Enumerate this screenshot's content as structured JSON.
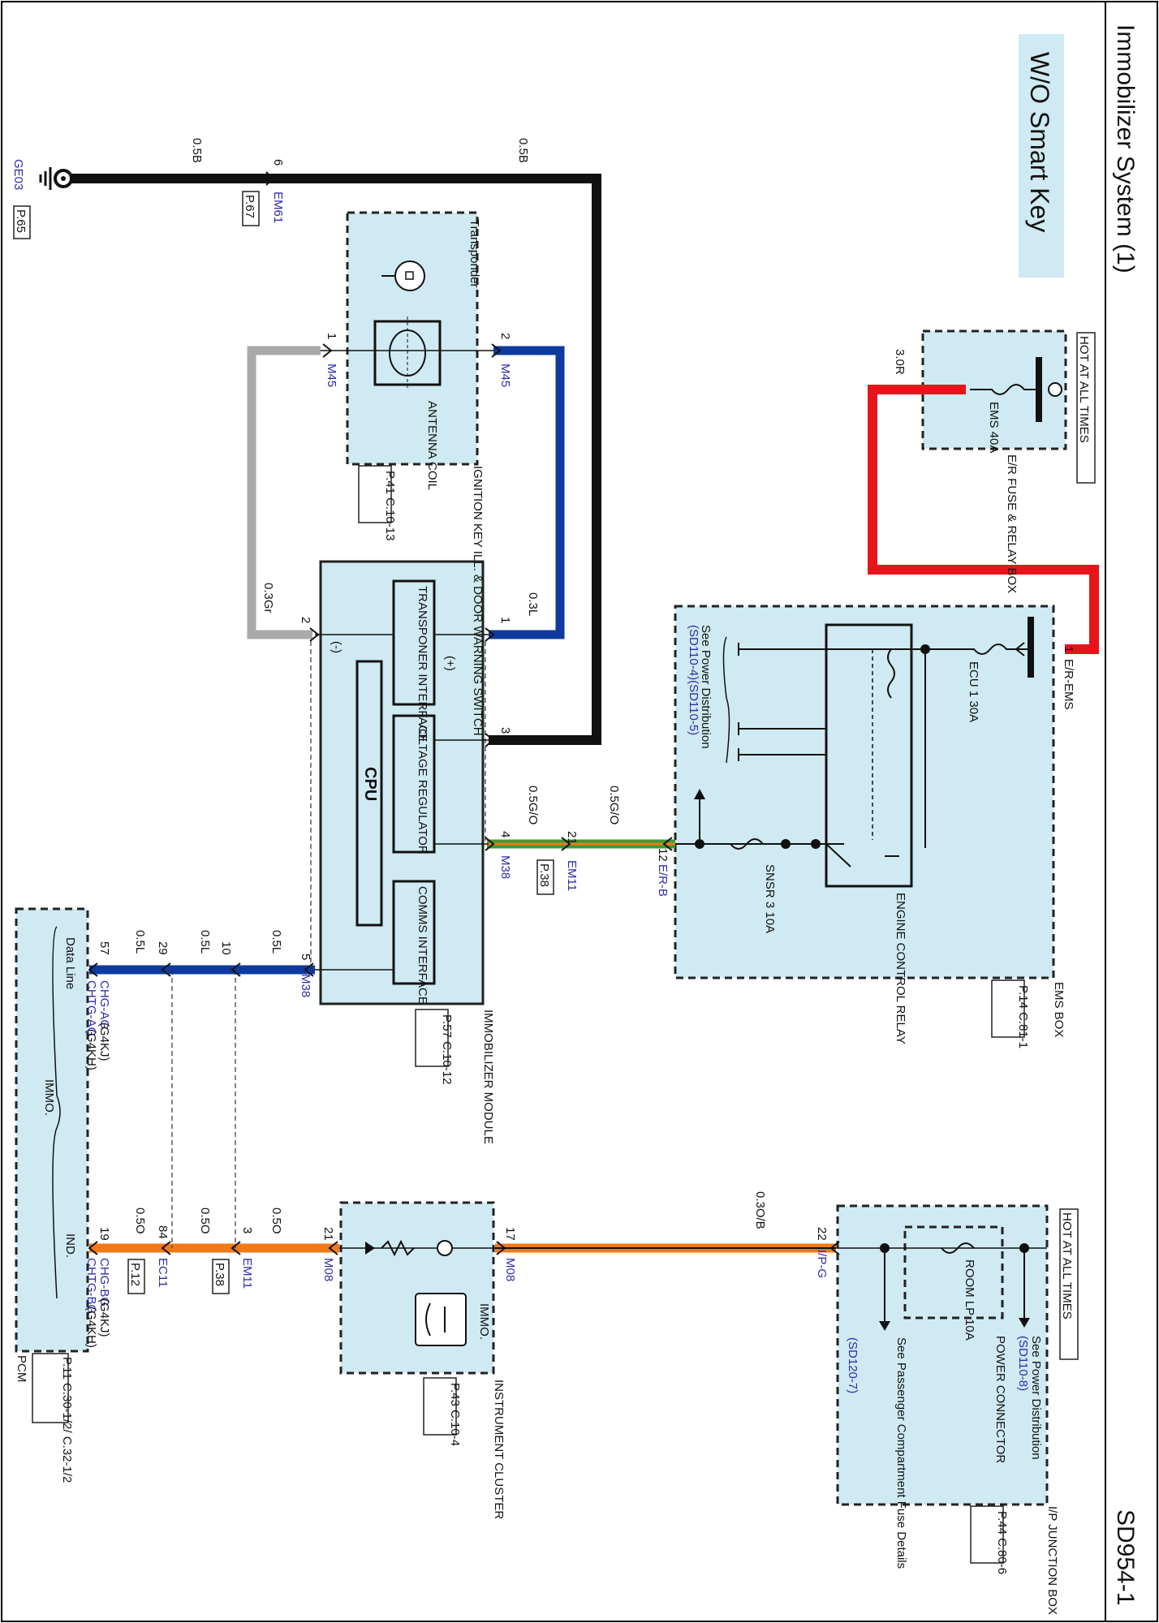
{
  "header": {
    "title": "Immobilizer System (1)",
    "page_code": "SD954-1",
    "variant": "W/O Smart Key"
  },
  "boxes": {
    "er_fuse_box": {
      "hot_label": "HOT AT ALL TIMES",
      "name": "E/R FUSE & RELAY BOX",
      "fuse": "EMS 40A",
      "wire": "3.0R"
    },
    "ems_box": {
      "name": "EMS BOX",
      "refs": "P.14 C.81-1",
      "ecu_fuse": "ECU 1 30A",
      "connector_top": "E/R-EMS",
      "pin_top": "1",
      "power_note": "See Power Distribution",
      "power_link": "(SD110-4)(SD110-5)",
      "relay": "ENGINE CONTROL RELAY",
      "snsr_fuse": "SNSR 3 10A",
      "connector_bottom": "E/R-B",
      "pin_bottom": "12"
    },
    "ignition_switch": {
      "name": "IGNITION KEY ILL. & DOOR WARNING SWITCH",
      "refs": "P.41 C.10-13",
      "transponder": "Transponder",
      "coil": "ANTENNA COIL",
      "conn_a": "M45",
      "pin_a": "1",
      "conn_b": "M45",
      "pin_b": "2"
    },
    "immobilizer": {
      "name": "IMMOBILIZER MODULE",
      "refs": "P.57 C.10-12",
      "block_transponder": "TRANSPONER INTERFACE",
      "block_voltage": "VOLTAGE REGULATOR",
      "block_comms": "COMMS INTERFACE",
      "cpu": "CPU",
      "plus": "(+)",
      "minus": "(-)",
      "conn": "M38",
      "pins": [
        "1",
        "2",
        "3",
        "4",
        "5"
      ]
    },
    "ground": {
      "connector": "EM61",
      "pin": "6",
      "ref": "P.67",
      "ground_id": "GE03",
      "ground_ref": "P.65",
      "wire_a": "0.5B",
      "wire_b": "0.5B"
    },
    "pcm": {
      "name": "PCM",
      "refs": "P.11 C.30-1/2/ C.32-1/2",
      "data_line": "Data Line",
      "immo": "IMMO.",
      "ind": "IND.",
      "chg_ag_1": "CHG-AG",
      "chg_ag_1_var": "(G4KJ)",
      "chg_ag_2": "CHTG-AG",
      "chg_ag_2_var": "(G4KH)",
      "chg_bg_1": "CHG-BG",
      "chg_bg_1_var": "(G4KJ)",
      "chg_bg_2": "CHTG-BG",
      "chg_bg_2_var": "(G4KH)",
      "pin_57": "57",
      "pin_19": "19"
    },
    "instrument_cluster": {
      "name": "INSTRUMENT CLUSTER",
      "refs": "P.43 C.10-4",
      "immo": "IMMO.",
      "conn": "M08",
      "pin_a": "17",
      "pin_b": "21"
    },
    "ip_junction": {
      "hot_label": "HOT AT ALL TIMES",
      "name": "I/P JUNCTION BOX",
      "refs": "P.44 C.80-6",
      "fuse": "ROOM LP 10A",
      "power_note": "See Power Distribution",
      "power_link": "(SD110-8)",
      "power_connector": "POWER CONNECTOR",
      "passenger_note": "See Passenger Compartment Fuse Details",
      "passenger_link": "(SD120-7)",
      "conn": "I/P-G",
      "pin": "22"
    }
  },
  "wires": {
    "w_3L": "0.3L",
    "w_3Gr": "0.3Gr",
    "w_5GO_a": "0.5G/O",
    "w_5GO_b": "0.5G/O",
    "w_5L_a": "0.5L",
    "w_5L_b": "0.5L",
    "w_5L_c": "0.5L",
    "w_5O_a": "0.5O",
    "w_5O_b": "0.5O",
    "w_5O_c": "0.5O",
    "w_3OB": "0.3O/B",
    "em11_a": "EM11",
    "em11_a_pin": "21",
    "em11_a_ref": "P.38",
    "em11_b": "EM11",
    "em11_b_pin": "3",
    "em11_b_ref": "P.38",
    "em11_c_pin": "10",
    "ec11": "EC11",
    "ec11_pin": "84",
    "ec11_ref": "P.12",
    "ec11_pin_b": "29"
  },
  "colors": {
    "red": "#e8141b",
    "black": "#111111",
    "gray": "#a9a9a9",
    "blue": "#0e3a9e",
    "green_orange": "#3d9b35",
    "orange": "#f07a17",
    "fill": "#cfeaf2"
  }
}
